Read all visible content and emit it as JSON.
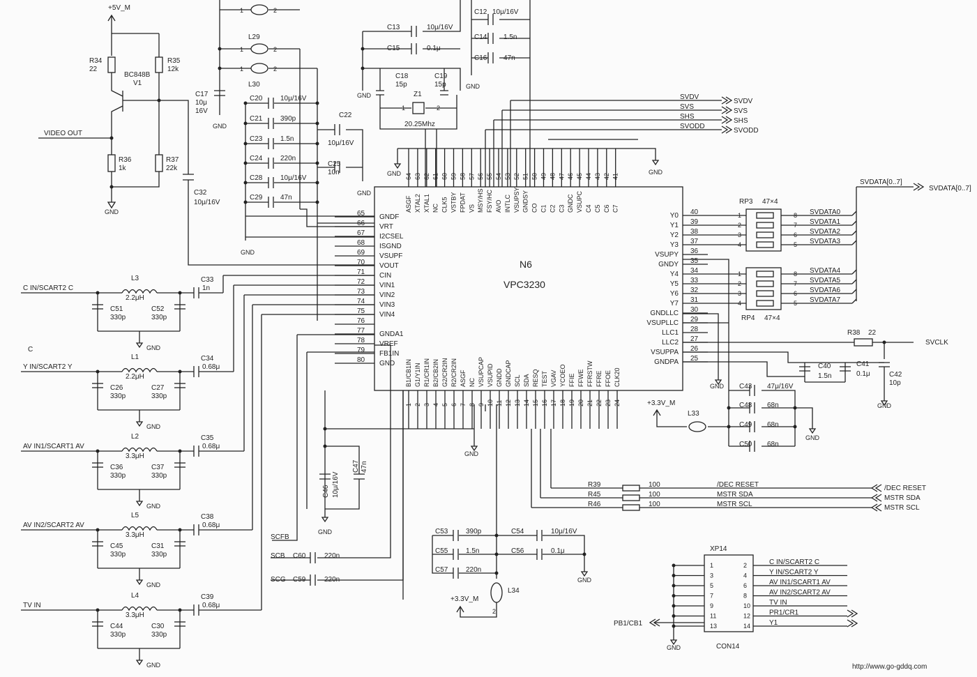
{
  "chip": {
    "designator": "N6",
    "part": "VPC3230"
  },
  "left_pins": [
    {
      "n": "65",
      "name": "GNDF"
    },
    {
      "n": "66",
      "name": "VRT"
    },
    {
      "n": "67",
      "name": "I2CSEL"
    },
    {
      "n": "68",
      "name": "ISGND"
    },
    {
      "n": "69",
      "name": "VSUPF"
    },
    {
      "n": "70",
      "name": "VOUT"
    },
    {
      "n": "71",
      "name": "CIN"
    },
    {
      "n": "72",
      "name": "VIN1"
    },
    {
      "n": "73",
      "name": "VIN2"
    },
    {
      "n": "74",
      "name": "VIN3"
    },
    {
      "n": "75",
      "name": "VIN4"
    },
    {
      "n": "76",
      "name": ""
    },
    {
      "n": "77",
      "name": "GNDA1"
    },
    {
      "n": "78",
      "name": "VREF"
    },
    {
      "n": "79",
      "name": "FB1IN"
    },
    {
      "n": "80",
      "name": "GND"
    }
  ],
  "top_pins": [
    {
      "n": "64",
      "name": "ASGF"
    },
    {
      "n": "63",
      "name": "XTAL2"
    },
    {
      "n": "62",
      "name": "XTAL1"
    },
    {
      "n": "61",
      "name": "NC"
    },
    {
      "n": "60",
      "name": "CLK5"
    },
    {
      "n": "59",
      "name": "VSTBY"
    },
    {
      "n": "58",
      "name": "FPDAT"
    },
    {
      "n": "57",
      "name": "VS"
    },
    {
      "n": "56",
      "name": "MSY/HS"
    },
    {
      "n": "55",
      "name": "FSY/HC"
    },
    {
      "n": "54",
      "name": "AVO"
    },
    {
      "n": "53",
      "name": "INTLC"
    },
    {
      "n": "52",
      "name": "VSUPSY"
    },
    {
      "n": "51",
      "name": "GNDSY"
    },
    {
      "n": "50",
      "name": "CO"
    },
    {
      "n": "49",
      "name": "C1"
    },
    {
      "n": "48",
      "name": "C2"
    },
    {
      "n": "47",
      "name": "C3"
    },
    {
      "n": "46",
      "name": "GNDC"
    },
    {
      "n": "45",
      "name": "VSUPC"
    },
    {
      "n": "44",
      "name": "C4"
    },
    {
      "n": "43",
      "name": "C5"
    },
    {
      "n": "42",
      "name": "C6"
    },
    {
      "n": "41",
      "name": "C7"
    }
  ],
  "right_pins": [
    {
      "n": "40",
      "name": "Y0"
    },
    {
      "n": "39",
      "name": "Y1"
    },
    {
      "n": "38",
      "name": "Y2"
    },
    {
      "n": "37",
      "name": "Y3"
    },
    {
      "n": "36",
      "name": "VSUPY"
    },
    {
      "n": "35",
      "name": "GNDY"
    },
    {
      "n": "34",
      "name": "Y4"
    },
    {
      "n": "33",
      "name": "Y5"
    },
    {
      "n": "32",
      "name": "Y6"
    },
    {
      "n": "31",
      "name": "Y7"
    },
    {
      "n": "30",
      "name": "GNDLLC"
    },
    {
      "n": "29",
      "name": "VSUPLLC"
    },
    {
      "n": "28",
      "name": "LLC1"
    },
    {
      "n": "27",
      "name": "LLC2"
    },
    {
      "n": "26",
      "name": "VSUPPA"
    },
    {
      "n": "25",
      "name": "GNDPA"
    }
  ],
  "bottom_pins": [
    {
      "n": "1",
      "name": "B1/CB1IN"
    },
    {
      "n": "2",
      "name": "G1/Y1IN"
    },
    {
      "n": "3",
      "name": "R1/CR1IN"
    },
    {
      "n": "4",
      "name": "B2/CB2IN"
    },
    {
      "n": "5",
      "name": "G2/CR2IN"
    },
    {
      "n": "6",
      "name": "R2/CR2IN"
    },
    {
      "n": "7",
      "name": "ASGF"
    },
    {
      "n": "8",
      "name": "NC"
    },
    {
      "n": "9",
      "name": "VSUPCAP"
    },
    {
      "n": "10",
      "name": "VSUPID"
    },
    {
      "n": "11",
      "name": "GNDD"
    },
    {
      "n": "12",
      "name": "GNDCAP"
    },
    {
      "n": "13",
      "name": "SCL"
    },
    {
      "n": "14",
      "name": "SDA"
    },
    {
      "n": "15",
      "name": "RESQ"
    },
    {
      "n": "16",
      "name": "TEST"
    },
    {
      "n": "17",
      "name": "VGAV"
    },
    {
      "n": "18",
      "name": "YCOEO"
    },
    {
      "n": "19",
      "name": "FFIE"
    },
    {
      "n": "20",
      "name": "FFWE"
    },
    {
      "n": "21",
      "name": "FFRSTW"
    },
    {
      "n": "22",
      "name": "FFRE"
    },
    {
      "n": "23",
      "name": "FFOE"
    },
    {
      "n": "24",
      "name": "CLK20"
    }
  ],
  "sync_signals": [
    "SVDV",
    "SVS",
    "SHS",
    "SVODD"
  ],
  "svdata_bus": "SVDATA[0..7]",
  "svdata_bits": [
    "SVDATA0",
    "SVDATA1",
    "SVDATA2",
    "SVDATA3",
    "SVDATA4",
    "SVDATA5",
    "SVDATA6",
    "SVDATA7"
  ],
  "rp3": {
    "ref": "RP3",
    "value": "47×4"
  },
  "rp4": {
    "ref": "RP4",
    "value": "47×4"
  },
  "svclk": "SVCLK",
  "control_nets": [
    {
      "ref": "R39",
      "value": "100",
      "net": "/DEC RESET"
    },
    {
      "ref": "R45",
      "value": "100",
      "net": "MSTR SDA"
    },
    {
      "ref": "R46",
      "value": "100",
      "net": "MSTR SCL"
    }
  ],
  "input_filters": [
    {
      "input": "C IN/SCART2 C",
      "coil": "L3",
      "ind": "2.2μH",
      "ca": "C51",
      "cb": "C52",
      "cv": "330p",
      "cap": "C33",
      "capv": "1n"
    },
    {
      "input": "Y IN/SCART2 Y",
      "coil": "L1",
      "ind": "2.2μH",
      "ca": "C26",
      "cb": "C27",
      "cv": "330p",
      "cap": "C34",
      "capv": "0.68μ"
    },
    {
      "input": "AV IN1/SCART1 AV",
      "coil": "L2",
      "ind": "3.3μH",
      "ca": "C36",
      "cb": "C37",
      "cv": "330p",
      "cap": "C35",
      "capv": "0.68μ"
    },
    {
      "input": "AV IN2/SCART2 AV",
      "coil": "L5",
      "ind": "3.3μH",
      "ca": "C45",
      "cb": "C31",
      "cv": "330p",
      "cap": "C38",
      "capv": "0.68μ"
    },
    {
      "input": "TV IN",
      "coil": "L4",
      "ind": "3.3μH",
      "ca": "C44",
      "cb": "C30",
      "cv": "330p",
      "cap": "C39",
      "capv": "0.68μ"
    }
  ],
  "connector": {
    "ref": "XP14",
    "name": "CON14",
    "left_nums": [
      "1",
      "3",
      "5",
      "7",
      "9",
      "11",
      "13"
    ],
    "right_nums": [
      "2",
      "4",
      "6",
      "8",
      "10",
      "12",
      "14"
    ],
    "nets": [
      "C IN/SCART2 C",
      "Y IN/SCART2 Y",
      "AV IN1/SCART1 AV",
      "AV IN2/SCART2 AV",
      "TV IN",
      "PR1/CR1",
      "Y1"
    ],
    "left_net": "PB1/CB1"
  },
  "labels": {
    "v5m": "+5V_M",
    "v33m": "+3.3V_M",
    "gnd": "GND",
    "video_out": "VIDEO OUT",
    "transistor": "BC848B",
    "transistor_ref": "V1",
    "r34": "R34",
    "r34v": "22",
    "r35": "R35",
    "r35v": "12k",
    "r36": "R36",
    "r36v": "1k",
    "r37": "R37",
    "r37v": "22k",
    "c17": "C17",
    "c17v1": "10μ",
    "c17v2": "16V",
    "c32": "C32",
    "c32v": "10μ/16V",
    "l29": "L29",
    "l30": "L30",
    "l33": "L33",
    "l34": "L34",
    "c20": "C20",
    "c20v": "10μ/16V",
    "c21": "C21",
    "c21v": "390p",
    "c23": "C23",
    "c23v": "1.5n",
    "c24": "C24",
    "c24v": "220n",
    "c28": "C28",
    "c28v": "10μ/16V",
    "c29": "C29",
    "c29v": "47n",
    "c22": "C22",
    "c22v": "10μ/16V",
    "c25": "C25",
    "c25v": "10n",
    "c13": "C13",
    "c13v": "10μ/16V",
    "c15": "C15",
    "c15v": "0.1μ",
    "c18": "C18",
    "c18v": "15p",
    "c19": "C19",
    "c19v": "15p",
    "z1": "Z1",
    "z1v": "20.25Mhz",
    "c12": "C12",
    "c12v": "10μ/16V",
    "c14": "C14",
    "c14v": "1.5n",
    "c16": "C16",
    "c16v": "47n",
    "r38": "R38",
    "r38v": "22",
    "c40": "C40",
    "c40v": "1.5n",
    "c41": "C41",
    "c41v": "0.1μ",
    "c42": "C42",
    "c42v": "10p",
    "c43": "C43",
    "c43v": "47μ/16V",
    "c48": "C48",
    "c48v": "68n",
    "c49": "C49",
    "c49v": "68n",
    "c50": "C50",
    "c50v": "68n",
    "c46": "C46",
    "c46v": "10μ/16V",
    "c47": "C47",
    "c47v": "47n",
    "c53": "C53",
    "c53v": "390p",
    "c55": "C55",
    "c55v": "1.5n",
    "c57": "C57",
    "c57v": "220n",
    "c54": "C54",
    "c54v": "10μ/16V",
    "c56": "C56",
    "c56v": "0.1μ",
    "c60": "C60",
    "c60v": "220n",
    "c59": "C59",
    "c59v": "220n",
    "scfb": "SCFB",
    "scb": "SCB",
    "scg": "SCG",
    "c_lone": "C",
    "watermark": "http://www.go-gddq.com"
  }
}
